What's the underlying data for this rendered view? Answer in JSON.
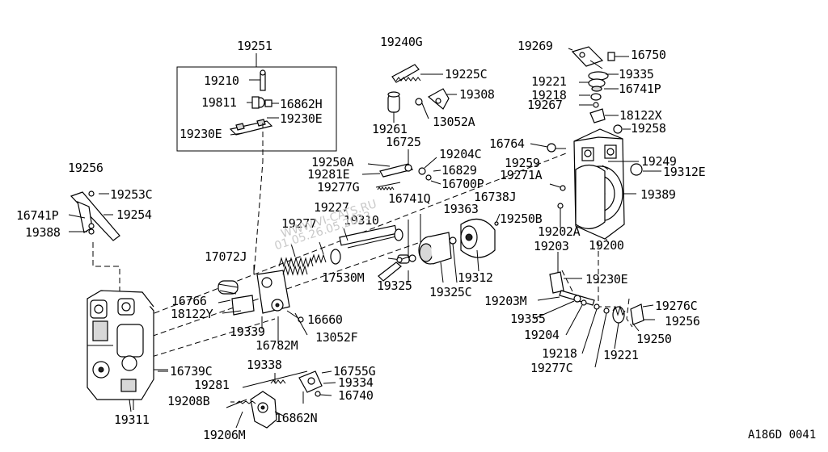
{
  "diagram": {
    "drawing_code": "A186D 0041",
    "watermark_lines": [
      "WWW.VI-CATS.RU",
      "01.05.26.05.2023"
    ],
    "labels": {
      "p19251": "19251",
      "p19210": "19210",
      "p19811": "19811",
      "p16862H": "16862H",
      "p19230E_a": "19230E",
      "p19230E_b": "19230E",
      "p19240G": "19240G",
      "p19225C": "19225C",
      "p19308": "19308",
      "p19261": "19261",
      "p13052A": "13052A",
      "p19269": "19269",
      "p16750": "16750",
      "p19335": "19335",
      "p19221_a": "19221",
      "p16741P_a": "16741P",
      "p19218_a": "19218",
      "p19267": "19267",
      "p18122X": "18122X",
      "p19258": "19258",
      "p16764": "16764",
      "p19249": "19249",
      "p19259": "19259",
      "p19312E": "19312E",
      "p19271A": "19271A",
      "p19389": "19389",
      "p16725": "16725",
      "p19204C": "19204C",
      "p19250A": "19250A",
      "p16829": "16829",
      "p19281E": "19281E",
      "p16700P": "16700P",
      "p19277G": "19277G",
      "p16741Q": "16741Q",
      "p16738J": "16738J",
      "p19227": "19227",
      "p19363": "19363",
      "p19250B": "19250B",
      "p19277": "19277",
      "p19310": "19310",
      "p19202A": "19202A",
      "p19200": "19200",
      "p19256_a": "19256",
      "p19253C": "19253C",
      "p16741P_b": "16741P",
      "p19254": "19254",
      "p19388": "19388",
      "p19203": "19203",
      "p17072J": "17072J",
      "p19230E_c": "19230E",
      "p17530M": "17530M",
      "p19312": "19312",
      "p19325": "19325",
      "p19325C": "19325C",
      "p19203M": "19203M",
      "p16766": "16766",
      "p18122Y": "18122Y",
      "p19276C": "19276C",
      "p16660": "16660",
      "p19355": "19355",
      "p19256_b": "19256",
      "p19339": "19339",
      "p13052F": "13052F",
      "p19204": "19204",
      "p19250": "19250",
      "p16782M": "16782M",
      "p19218_b": "19218",
      "p19221_b": "19221",
      "p19277C": "19277C",
      "p16739C": "16739C",
      "p19338": "19338",
      "p16755G": "16755G",
      "p19281": "19281",
      "p19334": "19334",
      "p19208B": "19208B",
      "p16740": "16740",
      "p19311": "19311",
      "p16862N": "16862N",
      "p19206M": "19206M"
    }
  }
}
